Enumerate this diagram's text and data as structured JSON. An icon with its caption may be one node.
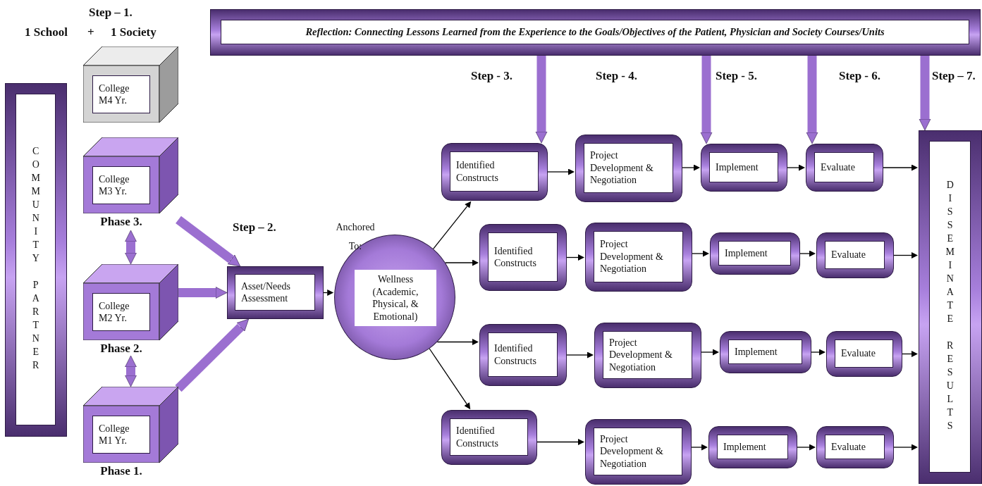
{
  "diagram": {
    "nodes": [
      {
        "text": [
          "Reflection: Connecting Lessons Learned from the Experience to the Goals/Objectives of the Patient, Physician and Society Courses/Units"
        ]
      },
      {
        "text": [
          "COMMUNITY PARTNER"
        ]
      },
      {
        "text": [
          "College M4 Yr."
        ]
      },
      {
        "text": [
          "College M3 Yr."
        ],
        "beside": [
          "Phase 3."
        ]
      },
      {
        "text": [
          "College M2 Yr."
        ],
        "beside": [
          "Phase 2."
        ]
      },
      {
        "text": [
          "College M1 Yr."
        ],
        "beside": [
          "Phase 1."
        ]
      },
      {
        "text": [
          "Asset/Needs Assessment"
        ]
      },
      {
        "text": [
          "Wellness (Academic, Physical, & Emotional)"
        ]
      },
      {
        "text": [
          "Identified Constructs"
        ]
      },
      {
        "text": [
          "Project Development & Negotiation"
        ]
      },
      {
        "text": [
          "Implement"
        ]
      },
      {
        "text": [
          "Evaluate"
        ]
      },
      {
        "text": [
          "Identified Constructs"
        ]
      },
      {
        "text": [
          "Project Development & Negotiation"
        ]
      },
      {
        "text": [
          "Implement"
        ]
      },
      {
        "text": [
          "Evaluate"
        ]
      },
      {
        "text": [
          "Identified Constructs"
        ]
      },
      {
        "text": [
          "Project Development & Negotiation"
        ]
      },
      {
        "text": [
          "Implement"
        ]
      },
      {
        "text": [
          "Evaluate"
        ]
      },
      {
        "text": [
          "Identified Constructs"
        ]
      },
      {
        "text": [
          "Project Development & Negotiation"
        ]
      },
      {
        "text": [
          "Implement"
        ]
      },
      {
        "text": [
          "Evaluate"
        ]
      },
      {
        "text": [
          "DISSEMINATE RESULTS"
        ]
      }
    ],
    "edges": [
      {
        "from": 0,
        "to": 8,
        "arrow": "to",
        "style": "thick",
        "color": "#9b6fd0"
      },
      {
        "from": 0,
        "to": 10,
        "arrow": "to",
        "style": "thick",
        "color": "#9b6fd0"
      },
      {
        "from": 0,
        "to": 11,
        "arrow": "to",
        "style": "thick",
        "color": "#9b6fd0"
      },
      {
        "from": 0,
        "to": 24,
        "arrow": "to",
        "style": "thick",
        "color": "#9b6fd0"
      },
      {
        "from": 3,
        "to": 4,
        "arrow": "both",
        "style": "thick",
        "color": "#9b6fd0"
      },
      {
        "from": 4,
        "to": 5,
        "arrow": "both",
        "style": "thick",
        "color": "#9b6fd0"
      },
      {
        "from": 3,
        "to": 6,
        "arrow": "to",
        "style": "thick",
        "color": "#9b6fd0"
      },
      {
        "from": 4,
        "to": 6,
        "arrow": "to",
        "style": "thick",
        "color": "#9b6fd0"
      },
      {
        "from": 5,
        "to": 6,
        "arrow": "to",
        "style": "thick",
        "color": "#9b6fd0"
      },
      {
        "from": 6,
        "to": 7,
        "arrow": "to"
      },
      {
        "from": 7,
        "to": 8,
        "arrow": "to"
      },
      {
        "from": 7,
        "to": 12,
        "arrow": "to"
      },
      {
        "from": 7,
        "to": 16,
        "arrow": "to"
      },
      {
        "from": 7,
        "to": 20,
        "arrow": "to"
      },
      {
        "from": 8,
        "to": 9,
        "arrow": "to"
      },
      {
        "from": 9,
        "to": 10,
        "arrow": "to"
      },
      {
        "from": 10,
        "to": 11,
        "arrow": "to"
      },
      {
        "from": 12,
        "to": 13,
        "arrow": "to"
      },
      {
        "from": 13,
        "to": 14,
        "arrow": "to"
      },
      {
        "from": 14,
        "to": 15,
        "arrow": "to"
      },
      {
        "from": 16,
        "to": 17,
        "arrow": "to"
      },
      {
        "from": 17,
        "to": 18,
        "arrow": "to"
      },
      {
        "from": 18,
        "to": 19,
        "arrow": "to"
      },
      {
        "from": 20,
        "to": 21,
        "arrow": "to"
      },
      {
        "from": 21,
        "to": 22,
        "arrow": "to"
      },
      {
        "from": 22,
        "to": 23,
        "arrow": "to"
      },
      {
        "from": 11,
        "to": 24,
        "arrow": "to"
      },
      {
        "from": 15,
        "to": 24,
        "arrow": "to"
      },
      {
        "from": 19,
        "to": 24,
        "arrow": "to"
      },
      {
        "from": 23,
        "to": 24,
        "arrow": "to"
      }
    ],
    "labels": [
      "Step – 1.",
      "1 School",
      "+",
      "1 Society",
      "Step - 3.",
      "Step - 4.",
      "Step - 5.",
      "Step - 6.",
      "Step – 7.",
      "Step – 2.",
      "Anchored To:"
    ]
  }
}
